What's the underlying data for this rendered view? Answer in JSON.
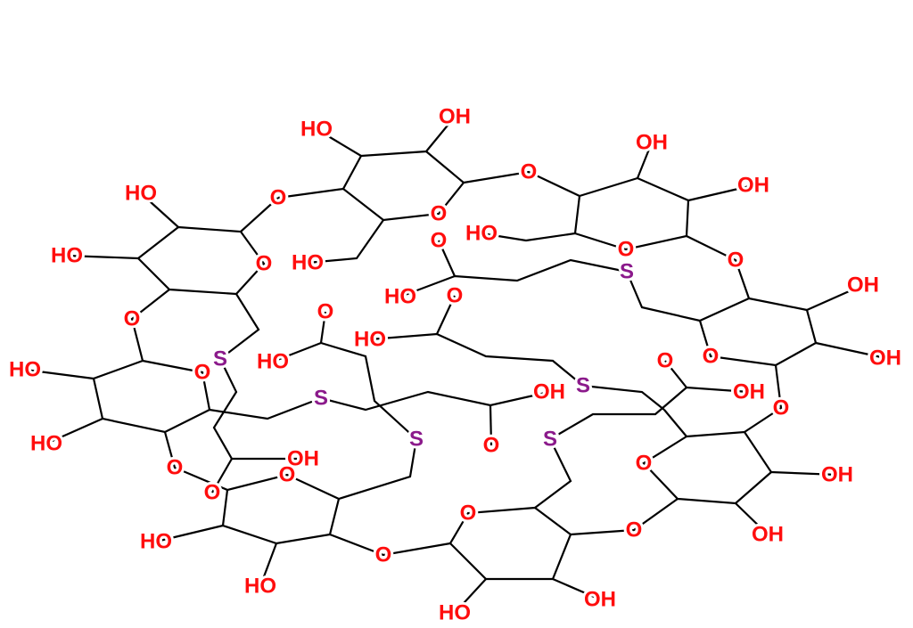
{
  "colors": {
    "oxygen": "#ff0d0d",
    "sulfur": "#8b1a8b",
    "bond": "#000000"
  },
  "atoms": [
    {
      "label": "HO",
      "el": "O"
    },
    {
      "label": "OH",
      "el": "O"
    },
    {
      "label": "O",
      "el": "O"
    },
    {
      "label": "OH",
      "el": "O"
    },
    {
      "label": "OH",
      "el": "O"
    },
    {
      "label": "HO",
      "el": "O"
    },
    {
      "label": "O",
      "el": "O"
    },
    {
      "label": "O",
      "el": "O"
    },
    {
      "label": "HO",
      "el": "O"
    },
    {
      "label": "HO",
      "el": "O"
    },
    {
      "label": "O",
      "el": "O"
    },
    {
      "label": "HO",
      "el": "O"
    },
    {
      "label": "O",
      "el": "O"
    },
    {
      "label": "HO",
      "el": "O"
    },
    {
      "label": "S",
      "el": "S"
    },
    {
      "label": "O",
      "el": "O"
    },
    {
      "label": "OH",
      "el": "O"
    },
    {
      "label": "O",
      "el": "O"
    },
    {
      "label": "OH",
      "el": "O"
    },
    {
      "label": "O",
      "el": "O"
    },
    {
      "label": "HO",
      "el": "O"
    },
    {
      "label": "O",
      "el": "O"
    },
    {
      "label": "S",
      "el": "S"
    },
    {
      "label": "O",
      "el": "O"
    },
    {
      "label": "HO",
      "el": "O"
    },
    {
      "label": "O",
      "el": "O"
    },
    {
      "label": "HO",
      "el": "O"
    },
    {
      "label": "S",
      "el": "S"
    },
    {
      "label": "S",
      "el": "S"
    },
    {
      "label": "OH",
      "el": "O"
    },
    {
      "label": "O",
      "el": "O"
    },
    {
      "label": "OH",
      "el": "O"
    },
    {
      "label": "O",
      "el": "O"
    },
    {
      "label": "S",
      "el": "S"
    },
    {
      "label": "O",
      "el": "O"
    },
    {
      "label": "S",
      "el": "S"
    },
    {
      "label": "HO",
      "el": "O"
    },
    {
      "label": "O",
      "el": "O"
    },
    {
      "label": "O",
      "el": "O"
    },
    {
      "label": "OH",
      "el": "O"
    },
    {
      "label": "O",
      "el": "O"
    },
    {
      "label": "O",
      "el": "O"
    },
    {
      "label": "OH",
      "el": "O"
    },
    {
      "label": "HO",
      "el": "O"
    },
    {
      "label": "O",
      "el": "O"
    },
    {
      "label": "O",
      "el": "O"
    },
    {
      "label": "O",
      "el": "O"
    },
    {
      "label": "OH",
      "el": "O"
    },
    {
      "label": "HO",
      "el": "O"
    },
    {
      "label": "HO",
      "el": "O"
    },
    {
      "label": "OH",
      "el": "O"
    },
    {
      "label": "O",
      "el": "O"
    }
  ]
}
